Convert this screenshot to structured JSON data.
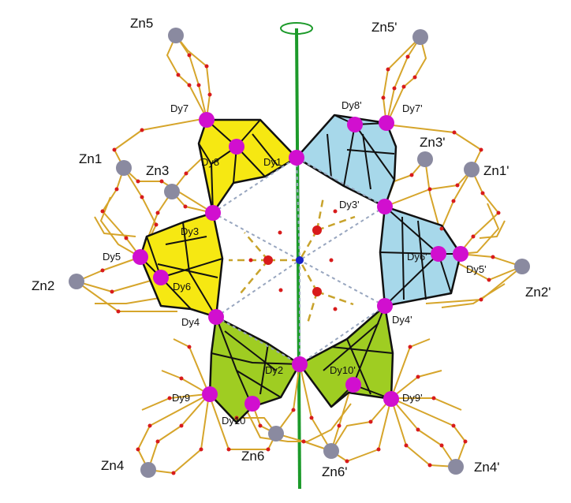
{
  "colors": {
    "dy_atom": "#d10fcf",
    "zn_atom": "#8a8aa0",
    "oxygen_atom": "#d81b1b",
    "center_atom": "#1622c8",
    "bond": "#d6a52b",
    "polyhedron_yellow": "#f6e812",
    "polyhedron_blue": "#a7d8ea",
    "polyhedron_green": "#9fcd22",
    "axis": "#1c9a2a",
    "hbond": "#98a6bf",
    "coordination_dash": "#c8a32c"
  },
  "labels": {
    "zn": [
      {
        "id": "zn5",
        "text": "Zn5"
      },
      {
        "id": "zn5p",
        "text": "Zn5'"
      },
      {
        "id": "zn1",
        "text": "Zn1"
      },
      {
        "id": "zn3",
        "text": "Zn3"
      },
      {
        "id": "zn3p",
        "text": "Zn3'"
      },
      {
        "id": "zn1p",
        "text": "Zn1'"
      },
      {
        "id": "zn2",
        "text": "Zn2"
      },
      {
        "id": "zn2p",
        "text": "Zn2'"
      },
      {
        "id": "zn4",
        "text": "Zn4"
      },
      {
        "id": "zn6",
        "text": "Zn6"
      },
      {
        "id": "zn6p",
        "text": "Zn6'"
      },
      {
        "id": "zn4p",
        "text": "Zn4'"
      }
    ],
    "dy": [
      {
        "id": "dy7",
        "text": "Dy7"
      },
      {
        "id": "dy8p",
        "text": "Dy8'"
      },
      {
        "id": "dy7p",
        "text": "Dy7'"
      },
      {
        "id": "dy8",
        "text": "Dy8"
      },
      {
        "id": "dy1",
        "text": "Dy1"
      },
      {
        "id": "dy3p",
        "text": "Dy3'"
      },
      {
        "id": "dy3",
        "text": "Dy3"
      },
      {
        "id": "dy5",
        "text": "Dy5"
      },
      {
        "id": "dy6p",
        "text": "Dy6'"
      },
      {
        "id": "dy6",
        "text": "Dy6"
      },
      {
        "id": "dy5p",
        "text": "Dy5'"
      },
      {
        "id": "dy4",
        "text": "Dy4"
      },
      {
        "id": "dy4p",
        "text": "Dy4'"
      },
      {
        "id": "dy2",
        "text": "Dy2"
      },
      {
        "id": "dy10p",
        "text": "Dy10'"
      },
      {
        "id": "dy9",
        "text": "Dy9"
      },
      {
        "id": "dy9p",
        "text": "Dy9'"
      },
      {
        "id": "dy10",
        "text": "Dy10"
      }
    ]
  }
}
